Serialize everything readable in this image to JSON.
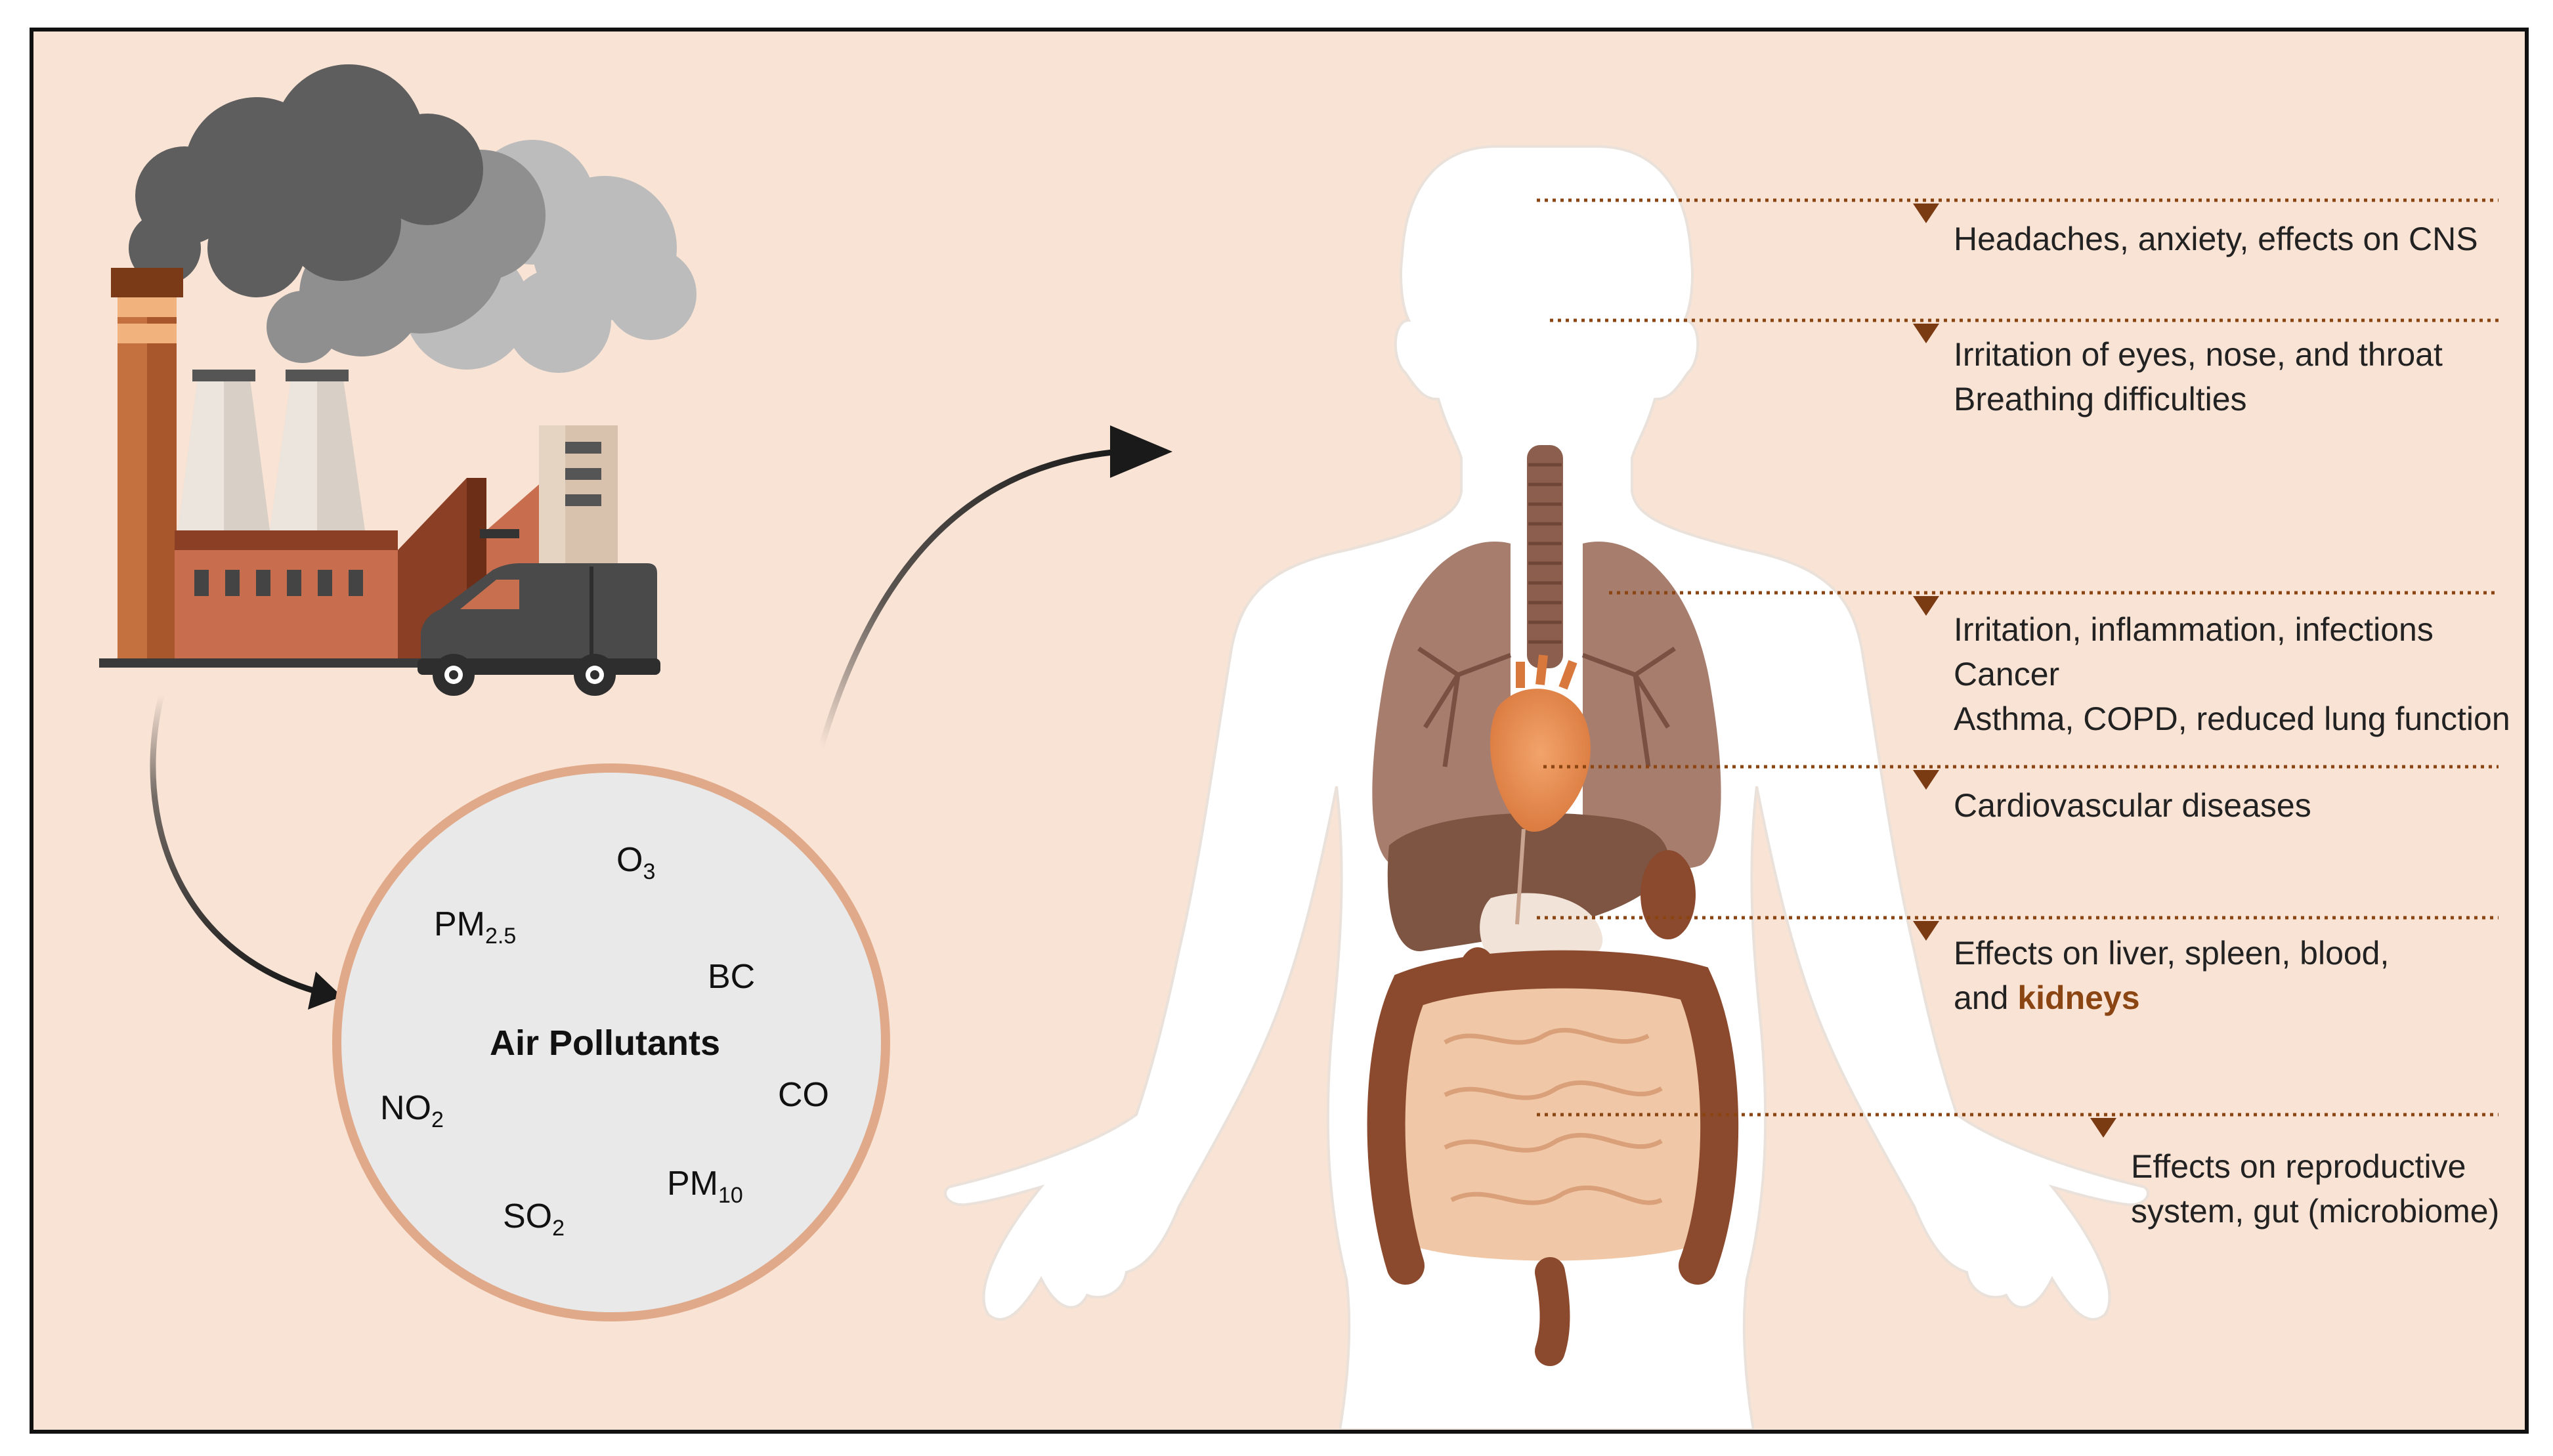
{
  "colors": {
    "background": "#f9e3d5",
    "border": "#111111",
    "body_silhouette": "#ffffff",
    "organ_brown": "#8b5e4e",
    "leader_line": "#8b4513",
    "marker": "#7a3a12",
    "circle_fill": "#e6e6e6",
    "circle_ring": "#e0a98a",
    "smoke_dark": "#595959",
    "smoke_light": "#a6a6a6",
    "factory_brick": "#c56a4c",
    "chimney": "#a0522d"
  },
  "icons": [
    "factory-icon",
    "smoke-icon",
    "van-icon",
    "human-body-icon",
    "lungs-icon",
    "heart-icon",
    "liver-icon",
    "intestine-icon",
    "arrow-icon"
  ],
  "circle": {
    "title": "Air Pollutants",
    "pollutants": {
      "o3": {
        "base": "O",
        "sub": "3"
      },
      "pm25": {
        "base": "PM",
        "sub": "2.5"
      },
      "bc": {
        "base": "BC",
        "sub": ""
      },
      "no2": {
        "base": "NO",
        "sub": "2"
      },
      "co": {
        "base": "CO",
        "sub": ""
      },
      "pm10": {
        "base": "PM",
        "sub": "10"
      },
      "so2": {
        "base": "SO",
        "sub": "2"
      }
    }
  },
  "effects": {
    "head": [
      "Headaches, anxiety, effects on CNS"
    ],
    "eyes": [
      "Irritation of eyes, nose, and throat",
      "Breathing difficulties"
    ],
    "lungs": [
      "Irritation, inflammation, infections",
      "Cancer",
      "Asthma, COPD, reduced lung function"
    ],
    "heart": [
      "Cardiovascular diseases"
    ],
    "liver": {
      "line1": "Effects on liver, spleen, blood,",
      "line2_prefix": "and ",
      "line2_emph": "kidneys"
    },
    "reproductive": [
      "Effects on reproductive",
      "system, gut (microbiome)"
    ]
  }
}
